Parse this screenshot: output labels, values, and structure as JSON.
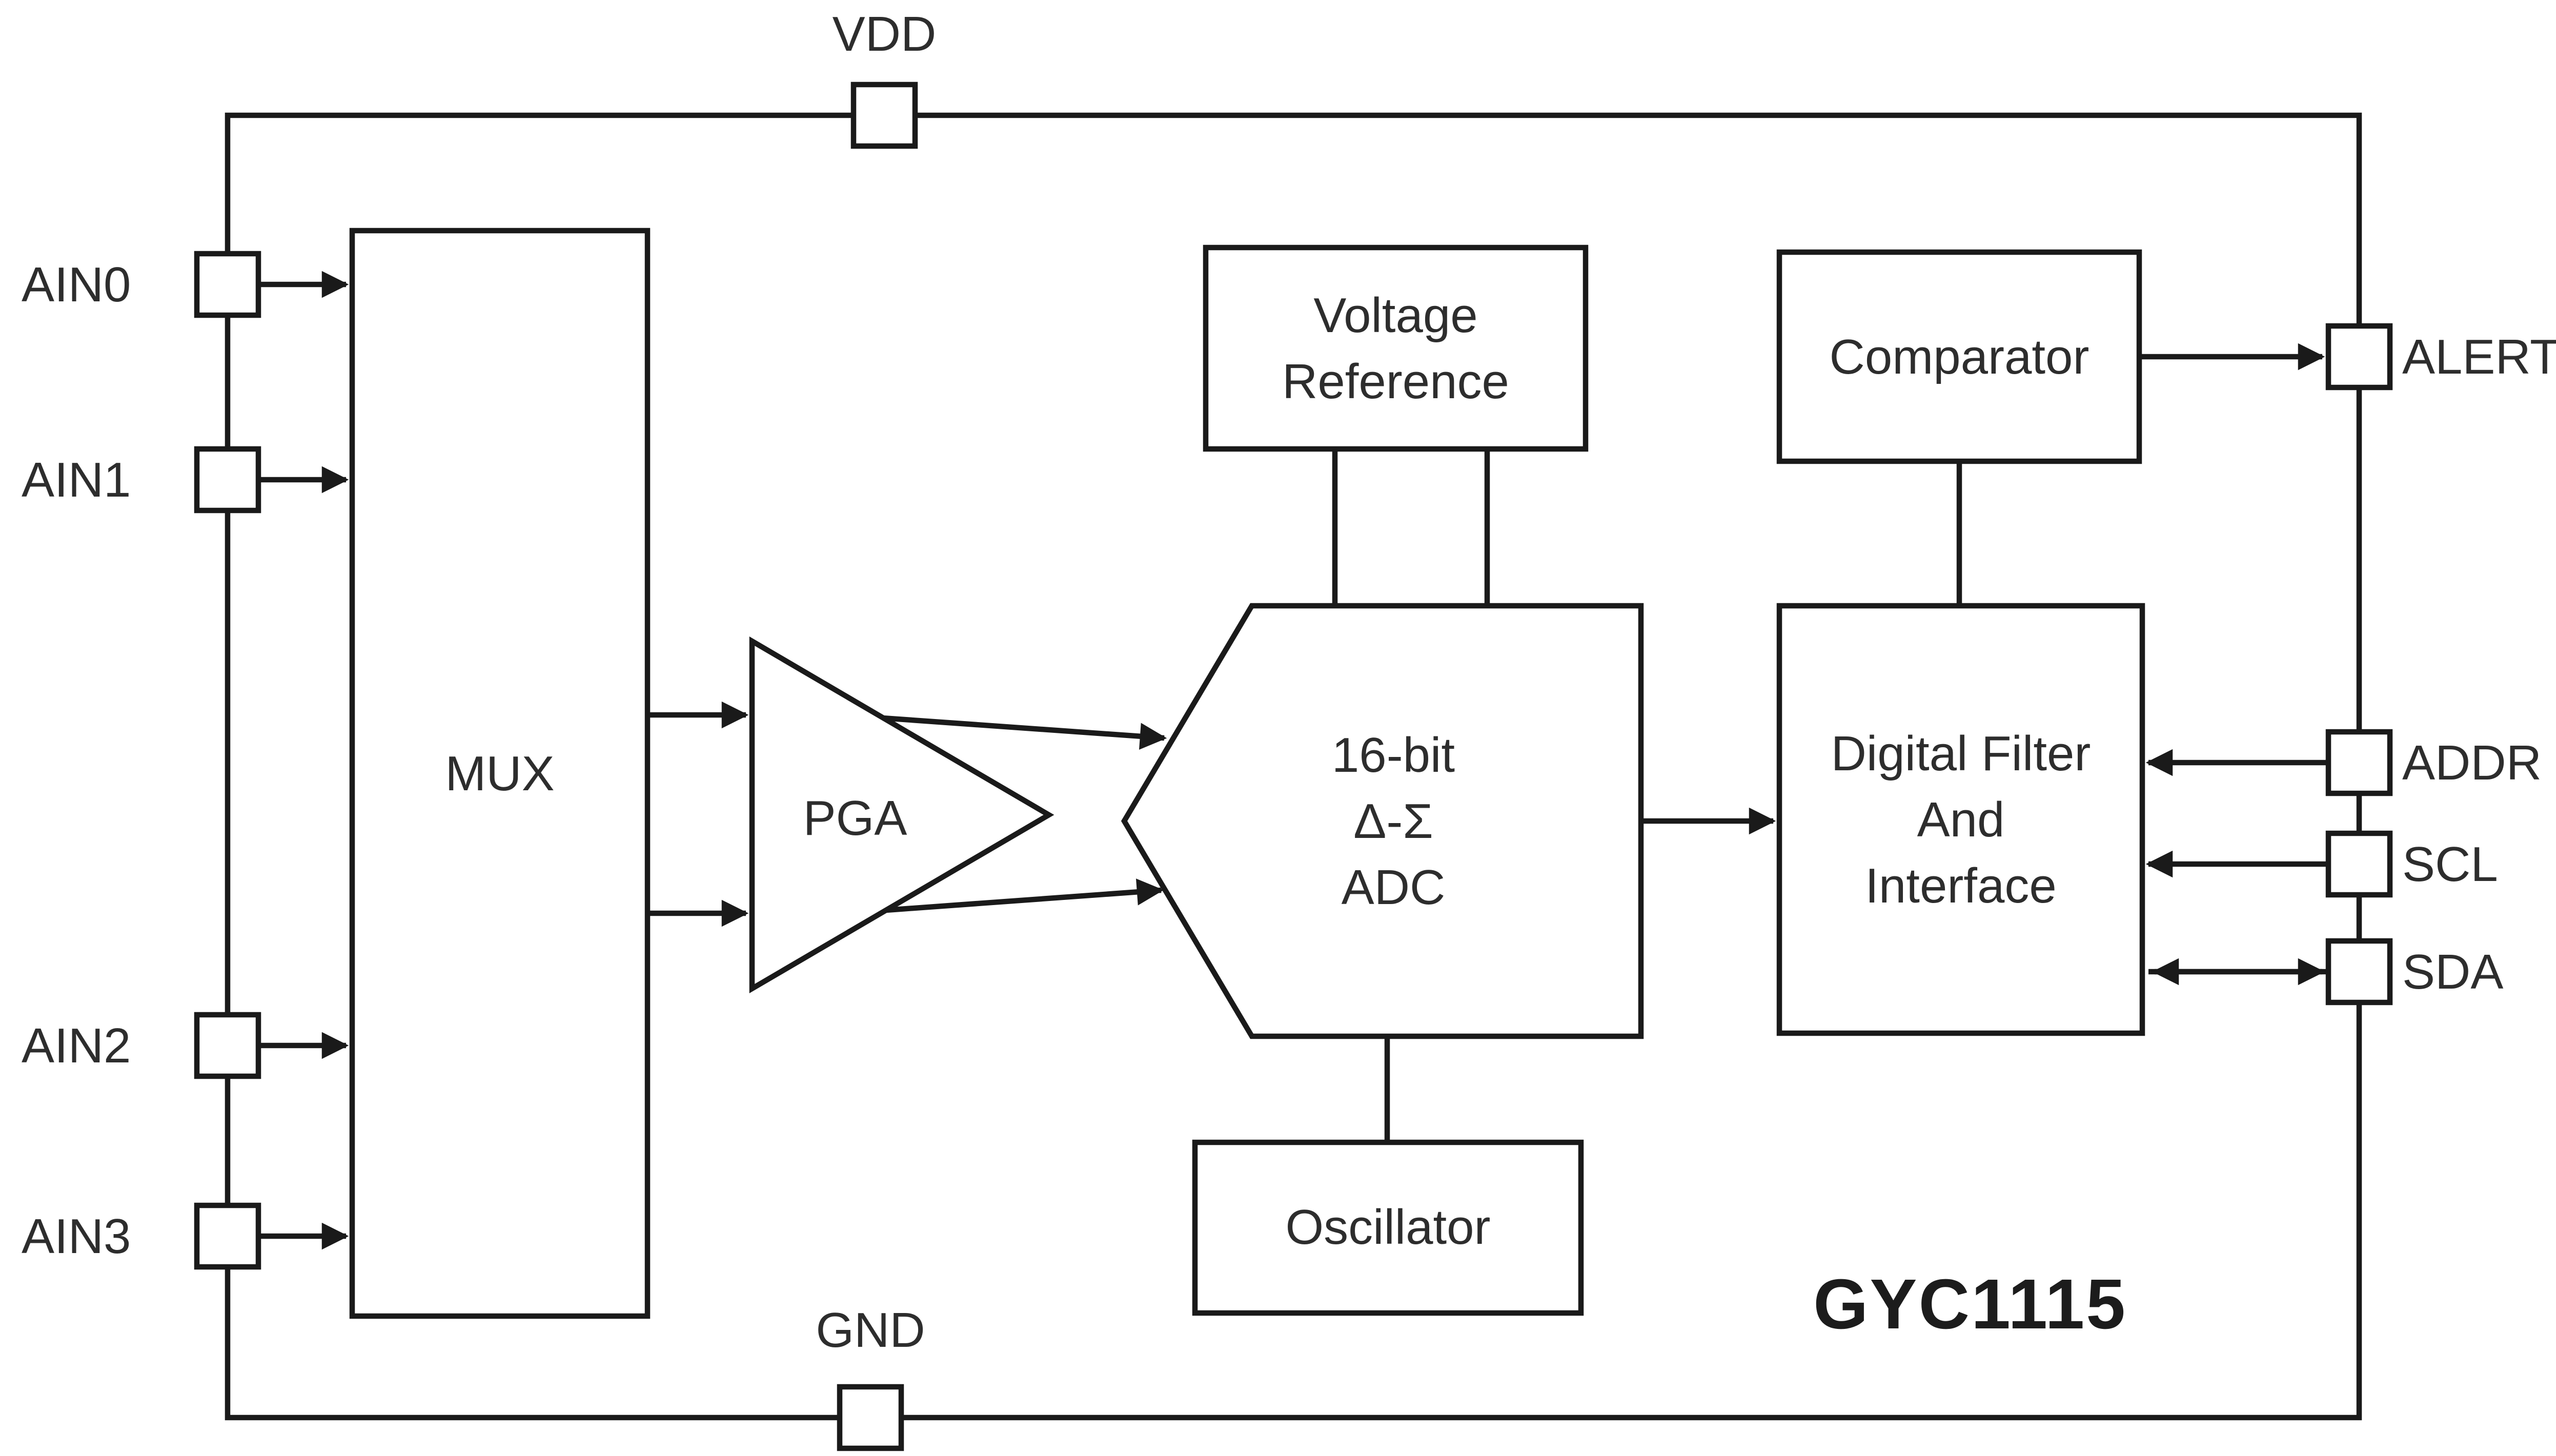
{
  "part_number": "GYC1115",
  "pins": {
    "vdd": "VDD",
    "gnd": "GND",
    "ain0": "AIN0",
    "ain1": "AIN1",
    "ain2": "AIN2",
    "ain3": "AIN3",
    "alert": "ALERT",
    "addr": "ADDR",
    "scl": "SCL",
    "sda": "SDA"
  },
  "blocks": {
    "mux": "MUX",
    "pga": "PGA",
    "vref": [
      "Voltage",
      "Reference"
    ],
    "adc": [
      "16-bit",
      "Δ-Σ",
      "ADC"
    ],
    "oscillator": "Oscillator",
    "comparator": "Comparator",
    "filter": [
      "Digital Filter",
      "And",
      "Interface"
    ]
  },
  "colors": {
    "line": "#1a1a1a",
    "text": "#2d2d2d",
    "background": "#ffffff"
  }
}
